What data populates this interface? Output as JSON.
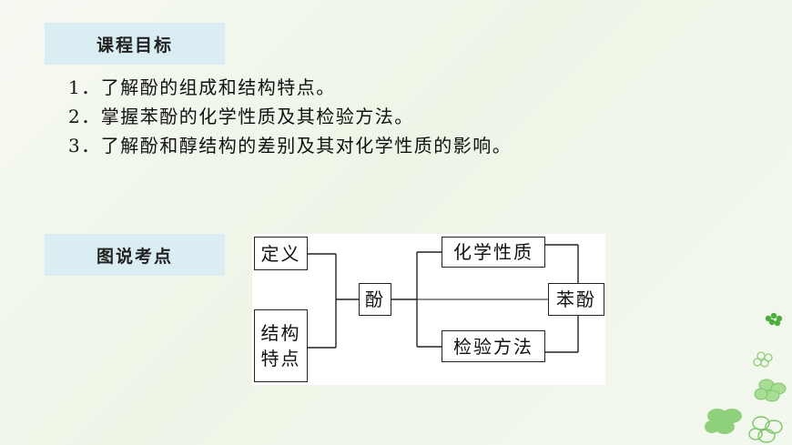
{
  "sections": {
    "goals_tag": "课程目标",
    "diagram_tag": "图说考点"
  },
  "goals": [
    "1．了解酚的组成和结构特点。",
    "2．掌握苯酚的化学性质及其检验方法。",
    "3．了解酚和醇结构的差别及其对化学性质的影响。"
  ],
  "diagram": {
    "definition": "定义",
    "structure_line1": "结构",
    "structure_line2": "特点",
    "center": "酚",
    "chemical_properties": "化学性质",
    "test_method": "检验方法",
    "phenol": "苯酚"
  },
  "colors": {
    "tag_background": "#d9edf2",
    "deco_green": "#7fc46a"
  }
}
